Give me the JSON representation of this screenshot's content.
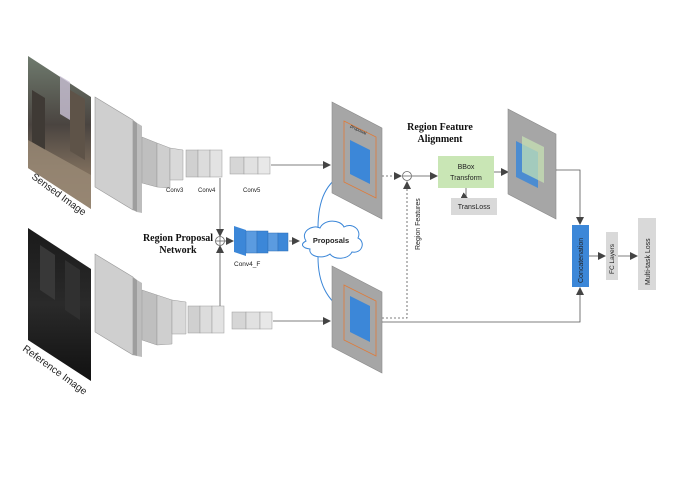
{
  "inputs": {
    "sensed_label": "Sensed Image",
    "reference_label": "Reference Image"
  },
  "backbone": {
    "conv3": "Conv3",
    "conv4": "Conv4",
    "conv5": "Conv5",
    "conv4f": "Conv4_F"
  },
  "rpn": {
    "title_line1": "Region Proposal",
    "title_line2": "Network",
    "proposals": "Proposals"
  },
  "alignment": {
    "title_line1": "Region Feature",
    "title_line2": "Alignment",
    "bbox_line1": "BBox",
    "bbox_line2": "Transform",
    "transloss": "TransLoss",
    "region_features": "Region Features",
    "crop_text": "proposal"
  },
  "head": {
    "concatenation": "Concatenation",
    "fc_layers": "FC Layers",
    "multitask_loss": "Multi-task Loss"
  },
  "colors": {
    "blue": "#3c87d8",
    "green_box": "#c9e6b5",
    "gray_box": "#d9d9d9",
    "feature_map": "#a6a6a6"
  }
}
